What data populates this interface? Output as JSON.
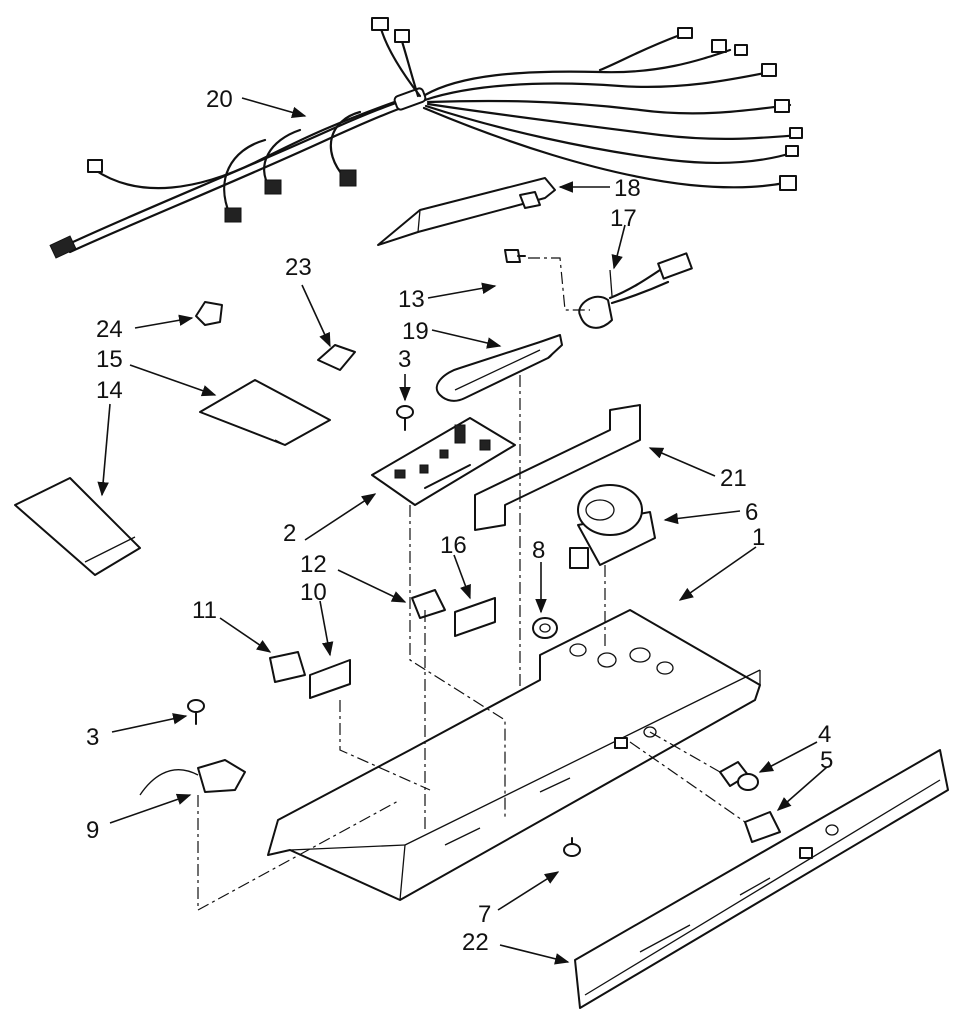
{
  "callouts": [
    {
      "id": "20",
      "text": "20"
    },
    {
      "id": "18",
      "text": "18"
    },
    {
      "id": "17",
      "text": "17"
    },
    {
      "id": "23",
      "text": "23"
    },
    {
      "id": "13",
      "text": "13"
    },
    {
      "id": "24",
      "text": "24"
    },
    {
      "id": "19",
      "text": "19"
    },
    {
      "id": "15",
      "text": "15"
    },
    {
      "id": "3a",
      "text": "3"
    },
    {
      "id": "14",
      "text": "14"
    },
    {
      "id": "21",
      "text": "21"
    },
    {
      "id": "6",
      "text": "6"
    },
    {
      "id": "2",
      "text": "2"
    },
    {
      "id": "1",
      "text": "1"
    },
    {
      "id": "16",
      "text": "16"
    },
    {
      "id": "8",
      "text": "8"
    },
    {
      "id": "12",
      "text": "12"
    },
    {
      "id": "10",
      "text": "10"
    },
    {
      "id": "11",
      "text": "11"
    },
    {
      "id": "4",
      "text": "4"
    },
    {
      "id": "3b",
      "text": "3"
    },
    {
      "id": "5",
      "text": "5"
    },
    {
      "id": "9",
      "text": "9"
    },
    {
      "id": "7",
      "text": "7"
    },
    {
      "id": "22",
      "text": "22"
    }
  ]
}
